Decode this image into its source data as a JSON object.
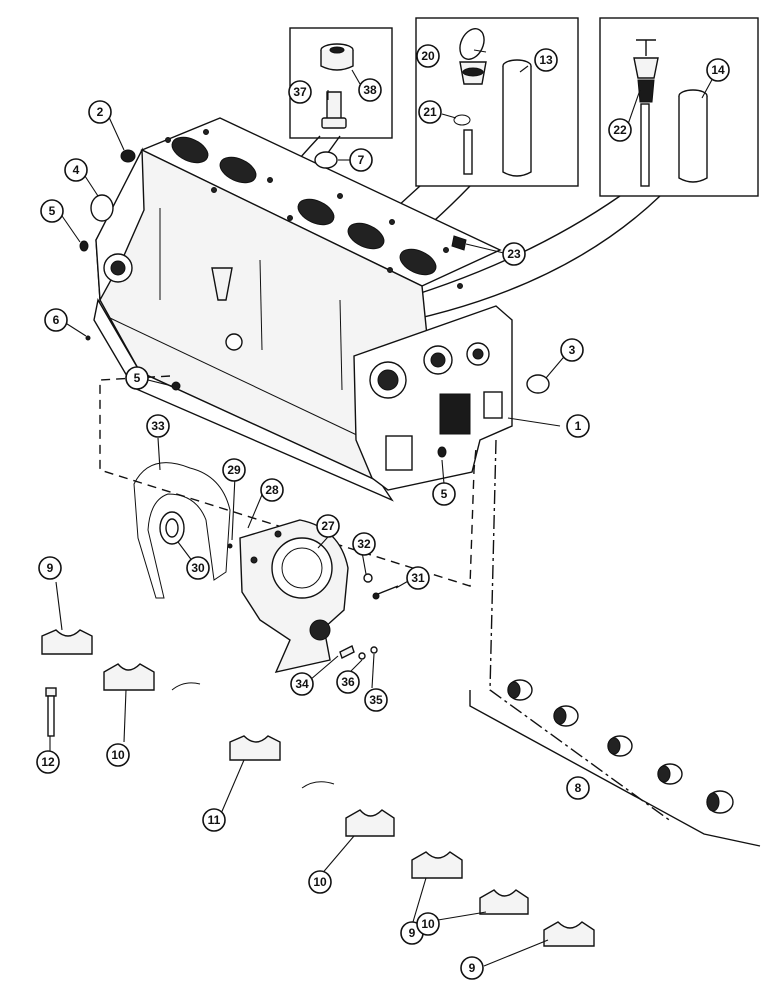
{
  "diagram": {
    "callouts": [
      {
        "id": "c1",
        "label": "1"
      },
      {
        "id": "c2",
        "label": "2"
      },
      {
        "id": "c3",
        "label": "3"
      },
      {
        "id": "c4",
        "label": "4"
      },
      {
        "id": "c5a",
        "label": "5"
      },
      {
        "id": "c5b",
        "label": "5"
      },
      {
        "id": "c5c",
        "label": "5"
      },
      {
        "id": "c6",
        "label": "6"
      },
      {
        "id": "c7",
        "label": "7"
      },
      {
        "id": "c8",
        "label": "8"
      },
      {
        "id": "c9a",
        "label": "9"
      },
      {
        "id": "c9b",
        "label": "9"
      },
      {
        "id": "c9c",
        "label": "9"
      },
      {
        "id": "c10a",
        "label": "10"
      },
      {
        "id": "c10b",
        "label": "10"
      },
      {
        "id": "c10c",
        "label": "10"
      },
      {
        "id": "c11",
        "label": "11"
      },
      {
        "id": "c12",
        "label": "12"
      },
      {
        "id": "c13",
        "label": "13"
      },
      {
        "id": "c14",
        "label": "14"
      },
      {
        "id": "c20",
        "label": "20"
      },
      {
        "id": "c21",
        "label": "21"
      },
      {
        "id": "c22",
        "label": "22"
      },
      {
        "id": "c23",
        "label": "23"
      },
      {
        "id": "c27",
        "label": "27"
      },
      {
        "id": "c28",
        "label": "28"
      },
      {
        "id": "c29",
        "label": "29"
      },
      {
        "id": "c30",
        "label": "30"
      },
      {
        "id": "c31",
        "label": "31"
      },
      {
        "id": "c32",
        "label": "32"
      },
      {
        "id": "c33",
        "label": "33"
      },
      {
        "id": "c34",
        "label": "34"
      },
      {
        "id": "c35",
        "label": "35"
      },
      {
        "id": "c36",
        "label": "36"
      },
      {
        "id": "c37",
        "label": "37"
      },
      {
        "id": "c38",
        "label": "38"
      }
    ]
  }
}
